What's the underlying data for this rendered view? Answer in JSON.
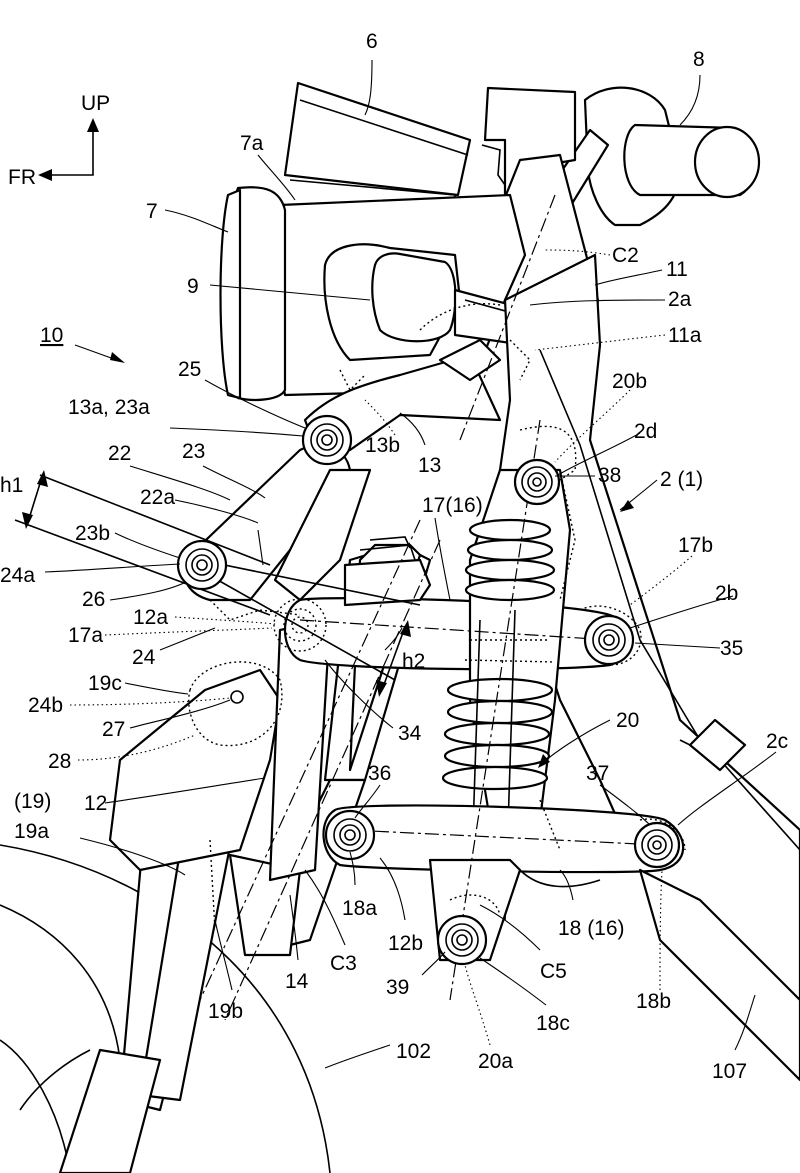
{
  "figure": {
    "direction_labels": {
      "up": "UP",
      "front": "FR"
    },
    "callouts": [
      {
        "id": "6",
        "text": "6"
      },
      {
        "id": "8",
        "text": "8"
      },
      {
        "id": "7a",
        "text": "7a"
      },
      {
        "id": "7",
        "text": "7"
      },
      {
        "id": "C2",
        "text": "C2"
      },
      {
        "id": "11",
        "text": "11"
      },
      {
        "id": "9",
        "text": "9"
      },
      {
        "id": "2a",
        "text": "2a"
      },
      {
        "id": "11a",
        "text": "11a"
      },
      {
        "id": "10",
        "text": "10"
      },
      {
        "id": "25",
        "text": "25"
      },
      {
        "id": "20b",
        "text": "20b"
      },
      {
        "id": "13a23a",
        "text": "13a, 23a"
      },
      {
        "id": "2d",
        "text": "2d"
      },
      {
        "id": "13b",
        "text": "13b"
      },
      {
        "id": "23",
        "text": "23"
      },
      {
        "id": "22",
        "text": "22"
      },
      {
        "id": "13",
        "text": "13"
      },
      {
        "id": "38",
        "text": "38"
      },
      {
        "id": "2_1",
        "text": "2 (1)"
      },
      {
        "id": "h1",
        "text": "h1"
      },
      {
        "id": "22a",
        "text": "22a"
      },
      {
        "id": "17_16",
        "text": "17(16)"
      },
      {
        "id": "17b",
        "text": "17b"
      },
      {
        "id": "23b",
        "text": "23b"
      },
      {
        "id": "24a",
        "text": "24a"
      },
      {
        "id": "2b",
        "text": "2b"
      },
      {
        "id": "26",
        "text": "26"
      },
      {
        "id": "12a",
        "text": "12a"
      },
      {
        "id": "35",
        "text": "35"
      },
      {
        "id": "17a",
        "text": "17a"
      },
      {
        "id": "24",
        "text": "24"
      },
      {
        "id": "h2",
        "text": "h2"
      },
      {
        "id": "19c",
        "text": "19c"
      },
      {
        "id": "24b",
        "text": "24b"
      },
      {
        "id": "20",
        "text": "20"
      },
      {
        "id": "27",
        "text": "27"
      },
      {
        "id": "34",
        "text": "34"
      },
      {
        "id": "28",
        "text": "28"
      },
      {
        "id": "2c",
        "text": "2c"
      },
      {
        "id": "36",
        "text": "36"
      },
      {
        "id": "37",
        "text": "37"
      },
      {
        "id": "19_paren",
        "text": "(19)"
      },
      {
        "id": "12",
        "text": "12"
      },
      {
        "id": "19a",
        "text": "19a"
      },
      {
        "id": "18a",
        "text": "18a"
      },
      {
        "id": "18_16",
        "text": "18 (16)"
      },
      {
        "id": "12b",
        "text": "12b"
      },
      {
        "id": "C3",
        "text": "C3"
      },
      {
        "id": "C5",
        "text": "C5"
      },
      {
        "id": "14",
        "text": "14"
      },
      {
        "id": "39",
        "text": "39"
      },
      {
        "id": "18b",
        "text": "18b"
      },
      {
        "id": "19b",
        "text": "19b"
      },
      {
        "id": "18c",
        "text": "18c"
      },
      {
        "id": "102",
        "text": "102"
      },
      {
        "id": "20a",
        "text": "20a"
      },
      {
        "id": "107",
        "text": "107"
      }
    ]
  }
}
